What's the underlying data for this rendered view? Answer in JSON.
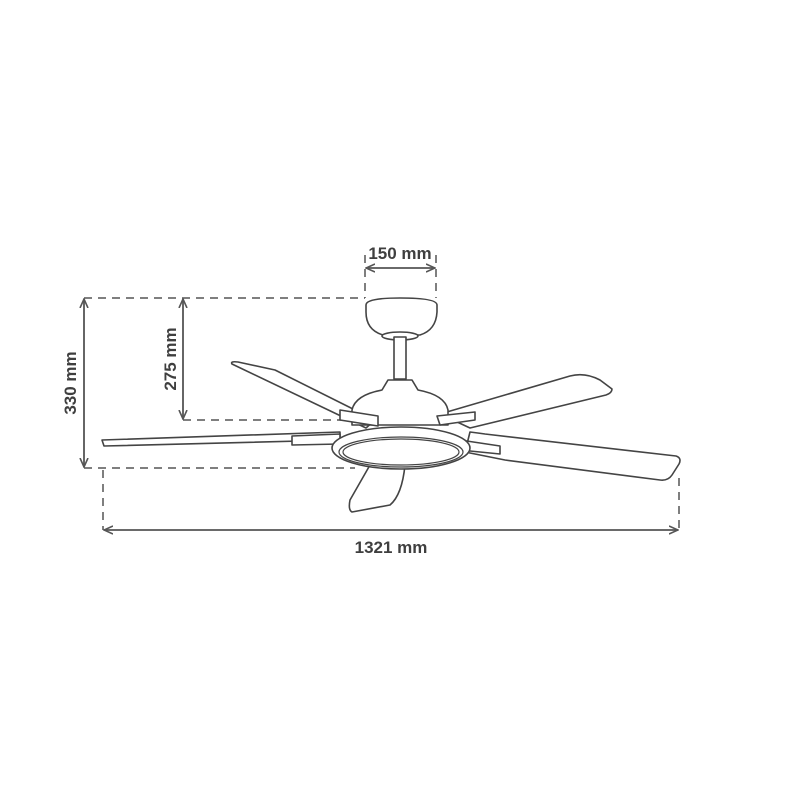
{
  "title": "Ceiling fan dimension drawing",
  "dimensions": {
    "canopy_width": "150 mm",
    "ceiling_to_blades": "275 mm",
    "total_height": "330 mm",
    "blade_span": "1321 mm"
  },
  "colors": {
    "line": "#444444",
    "text": "#3f3f3f"
  }
}
